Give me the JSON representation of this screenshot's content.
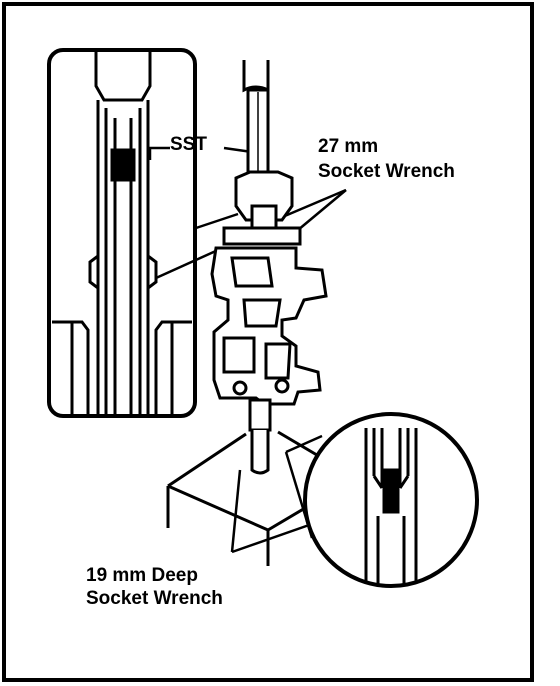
{
  "labels": {
    "sst": "SST",
    "socket27_line1": "27 mm",
    "socket27_line2": "Socket Wrench",
    "socket19_line1": "19 mm Deep",
    "socket19_line2": "Socket Wrench"
  }
}
